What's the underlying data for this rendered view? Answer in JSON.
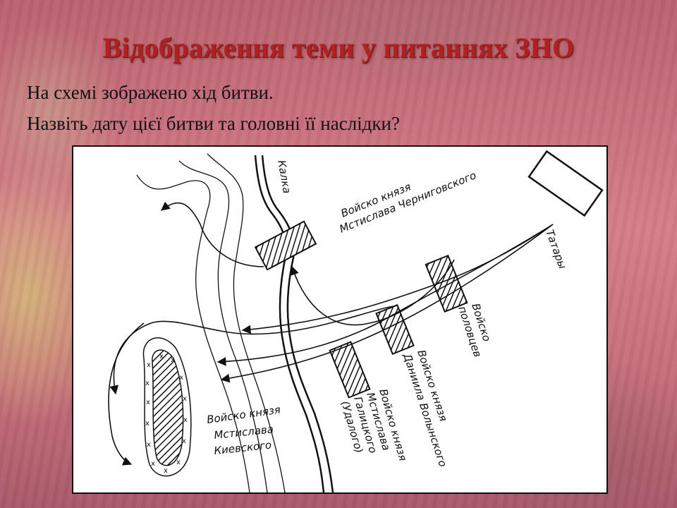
{
  "slide": {
    "title": "Відображення теми у питаннях ЗНО",
    "lines": [
      "На схемі зображено хід битви.",
      "Назвіть дату цієї битви та головні її наслідки?"
    ]
  },
  "map": {
    "labels": {
      "river": "Калка",
      "tatars": "Татары",
      "chernigov_army_1": "Войско князя",
      "chernigov_army_2": "Мстислава Черниговского",
      "polovtsy_army_1": "Войско",
      "polovtsy_army_2": "половцев",
      "daniil_army_1": "Войско князя",
      "daniil_army_2": "Даниила Волынского",
      "galician_army_1": "Войско князя",
      "galician_army_2": "Мстислава",
      "galician_army_3": "Галицкого",
      "galician_army_4": "(Удалого)",
      "kiev_army_1": "Войско князя",
      "kiev_army_2": "Мстислава",
      "kiev_army_3": "Киевского"
    }
  }
}
